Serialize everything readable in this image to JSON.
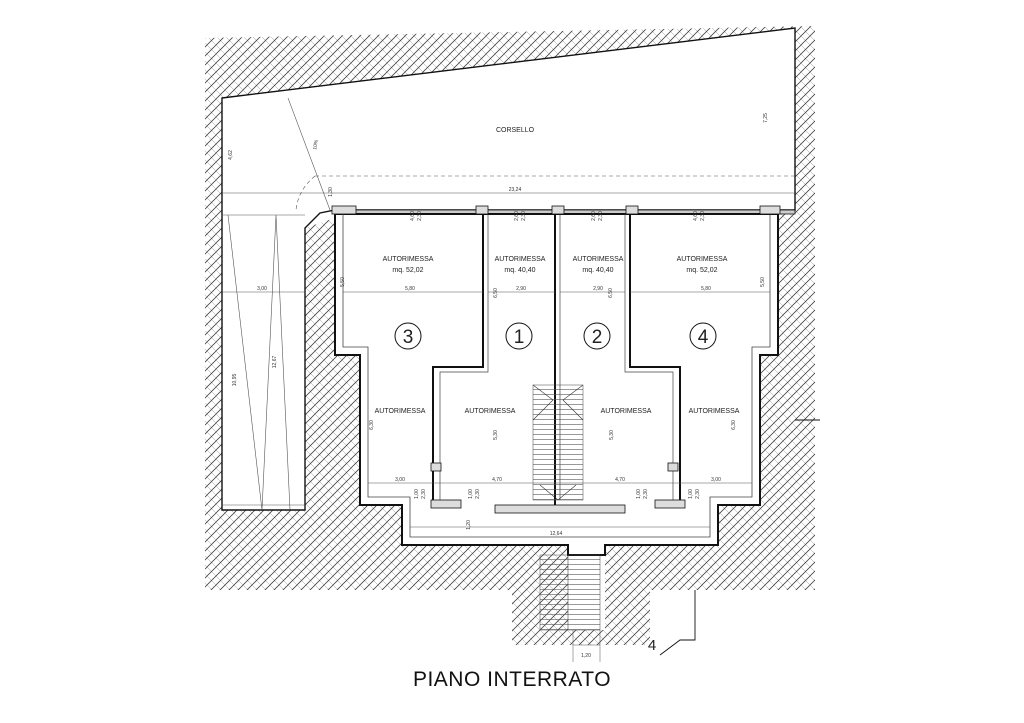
{
  "plan": {
    "title": "PIANO INTERRATO",
    "corsello_label": "CORSELLO",
    "section_marker": "4",
    "units": [
      {
        "number": "3",
        "upper_label": "AUTORIMESSA",
        "area": "mq. 52,02",
        "lower_label": "AUTORIMESSA"
      },
      {
        "number": "1",
        "upper_label": "AUTORIMESSA",
        "area": "mq. 40,40",
        "lower_label": "AUTORIMESSA"
      },
      {
        "number": "2",
        "upper_label": "AUTORIMESSA",
        "area": "mq. 40,40",
        "lower_label": "AUTORIMESSA"
      },
      {
        "number": "4",
        "upper_label": "AUTORIMESSA",
        "area": "mq. 52,02",
        "lower_label": "AUTORIMESSA"
      }
    ],
    "dimensions": {
      "corsello_width": "23,24",
      "corsello_right_height": "7,25",
      "corsello_left_height": "4,62",
      "ramp_slope": "10%",
      "front_strip": "1,30",
      "ramp_width": "3,00",
      "ramp_length_a": "10,95",
      "ramp_length_b": "12,67",
      "u3_width": "5,80",
      "u3_height": "5,50",
      "u1_width": "2,90",
      "u1_height": "6,50",
      "u2_width": "2,90",
      "u2_height": "6,50",
      "u4_width": "5,80",
      "u4_height": "5,50",
      "u3_lower_height": "6,30",
      "u3_lower_width": "3,00",
      "u1_lower_height": "5,30",
      "u1_lower_width": "4,70",
      "u2_lower_height": "5,30",
      "u2_lower_width": "4,70",
      "u4_lower_height": "6,30",
      "u4_lower_width": "3,00",
      "door_u3": "4,60",
      "door_u3_b": "2,30",
      "door_u1": "2,60",
      "door_u1_b": "2,30",
      "door_u2": "2,60",
      "door_u2_b": "2,30",
      "door_u4": "4,60",
      "door_u4_b": "2,30",
      "low_door_a": "1,00",
      "low_door_b": "2,30",
      "low_door_c": "1,00",
      "low_door_d": "2,30",
      "low_door_e": "1,00",
      "low_door_f": "2,30",
      "low_door_g": "1,00",
      "low_door_h": "2,30",
      "corridor_width": "12,64",
      "corridor_height": "1,20",
      "stair_width": "1,20"
    }
  }
}
